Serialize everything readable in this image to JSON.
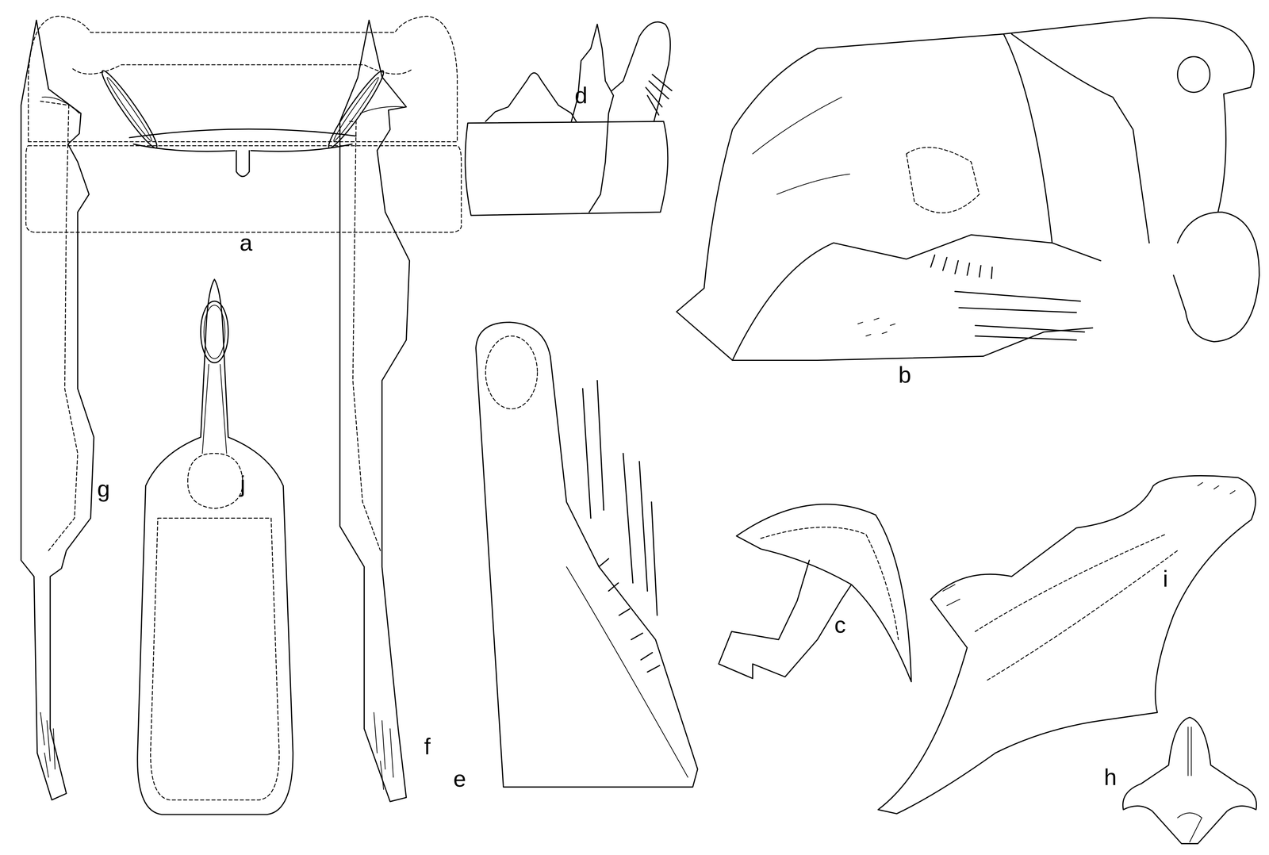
{
  "diagram": {
    "labels": [
      "a",
      "b",
      "c",
      "d",
      "e",
      "f",
      "g",
      "h",
      "i",
      "j"
    ]
  }
}
